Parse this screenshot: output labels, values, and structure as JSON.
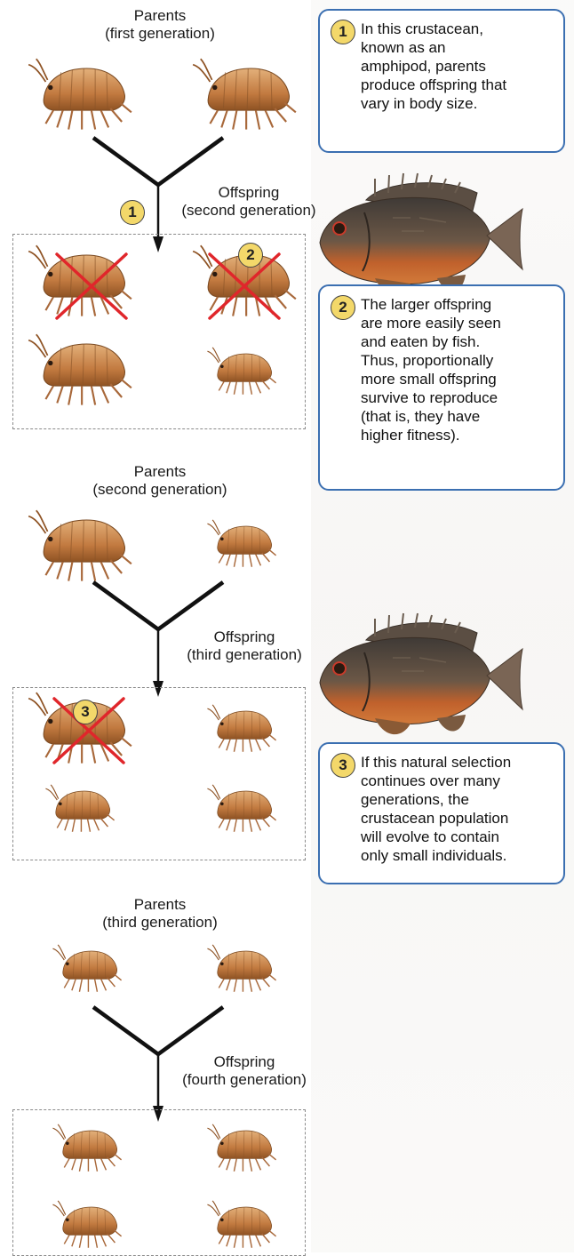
{
  "generations": [
    {
      "parents_title": "Parents",
      "parents_sub": "(first generation)",
      "offspring_title": "Offspring",
      "offspring_sub": "(second generation)"
    },
    {
      "parents_title": "Parents",
      "parents_sub": "(second generation)",
      "offspring_title": "Offspring",
      "offspring_sub": "(third generation)"
    },
    {
      "parents_title": "Parents",
      "parents_sub": "(third generation)",
      "offspring_title": "Offspring",
      "offspring_sub": "(fourth generation)"
    }
  ],
  "steps": [
    {
      "number": "1",
      "lines": [
        "In this crustacean,",
        "known as an",
        "amphipod, parents",
        "produce offspring that",
        "vary in body size."
      ]
    },
    {
      "number": "2",
      "lines": [
        "The larger offspring",
        "are more easily seen",
        "and eaten by fish.",
        "Thus, proportionally",
        "more small offspring",
        "survive to reproduce",
        "(that is, they have",
        "higher fitness)."
      ]
    },
    {
      "number": "3",
      "lines": [
        "If this natural selection",
        "continues over many",
        "generations, the",
        "crustacean population",
        "will evolve to contain",
        "only small individuals."
      ]
    }
  ],
  "colors": {
    "callout_border": "#3b6fb1",
    "badge_fill": "#f3d86a",
    "cross": "#e0262b",
    "amphipod": "#c8864a",
    "fish_body": "#5a4a3a",
    "fish_belly": "#c8602a"
  }
}
